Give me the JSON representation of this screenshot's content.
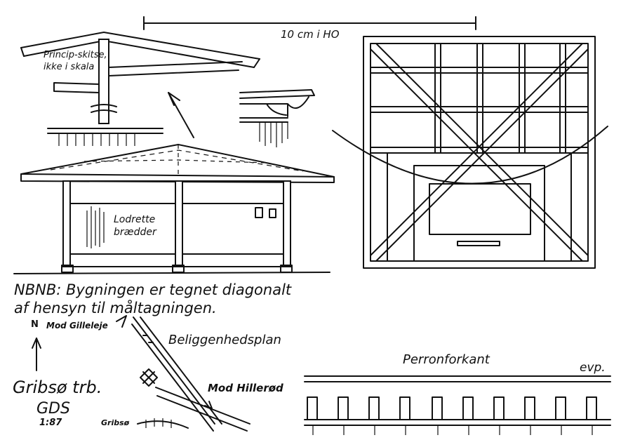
{
  "scale_bar_label": "10 cm i HO",
  "sketch_note": {
    "line1": "Princip-skitse,",
    "line2": "ikke i skala"
  },
  "elevation_label": {
    "line1": "Lodrette",
    "line2": "brædder"
  },
  "note": {
    "line1": "NBNB: Bygningen er tegnet diagonalt",
    "line2": "af hensyn til måltagningen."
  },
  "site_plan": {
    "north": "N",
    "to_gilleleje": "Mod Gilleleje",
    "title": "Beliggenhedsplan",
    "to_hillerod": "Mod Hillerød",
    "station_name": "Gribsø"
  },
  "title_block": {
    "name": "Gribsø trb.",
    "line2": "GDS",
    "scale": "1:87"
  },
  "platform": {
    "edge": "Perronforkant",
    "abbrev": "evp."
  }
}
